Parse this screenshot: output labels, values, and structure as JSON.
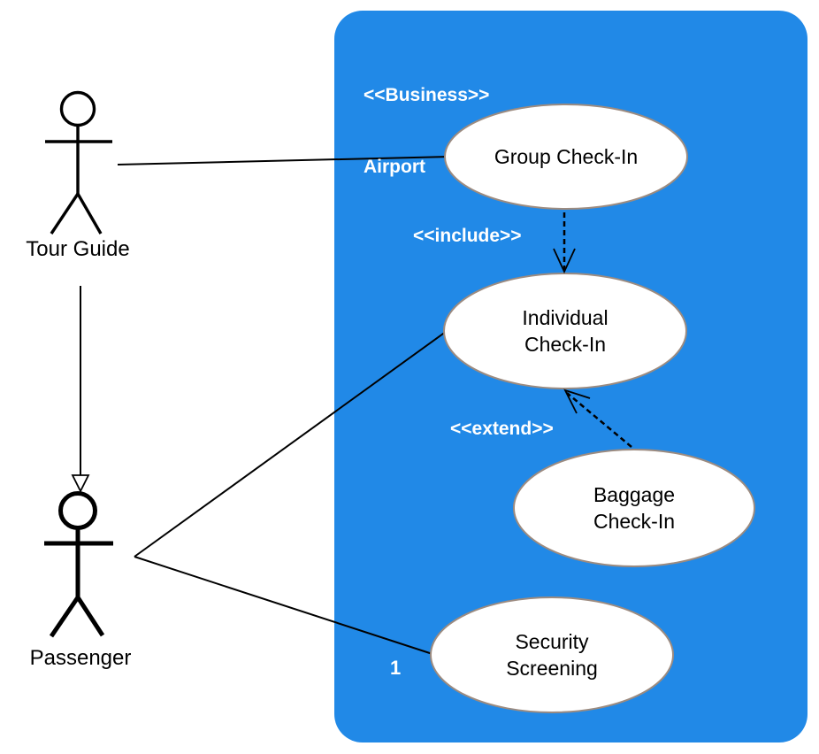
{
  "colors": {
    "boundary_fill": "#2189E7",
    "node_fill": "#FFFFFF",
    "node_border": "#9C8B80",
    "line": "#000000",
    "text_on_blue": "#FFFFFF",
    "text": "#000000"
  },
  "system": {
    "stereotype": "<<Business>>",
    "name": "Airport"
  },
  "actors": {
    "tour_guide": {
      "label": "Tour Guide"
    },
    "passenger": {
      "label": "Passenger"
    }
  },
  "use_cases": {
    "group": {
      "line1": "Group Check-In"
    },
    "individual": {
      "line1": "Individual",
      "line2": "Check-In"
    },
    "baggage": {
      "line1": "Baggage",
      "line2": "Check-In"
    },
    "security": {
      "line1": "Security",
      "line2": "Screening"
    }
  },
  "relationships": {
    "include": {
      "label": "<<include>>",
      "style": "dashed-open-arrow"
    },
    "extend": {
      "label": "<<extend>>",
      "style": "dashed-open-arrow"
    },
    "security_multiplicity": "1"
  }
}
